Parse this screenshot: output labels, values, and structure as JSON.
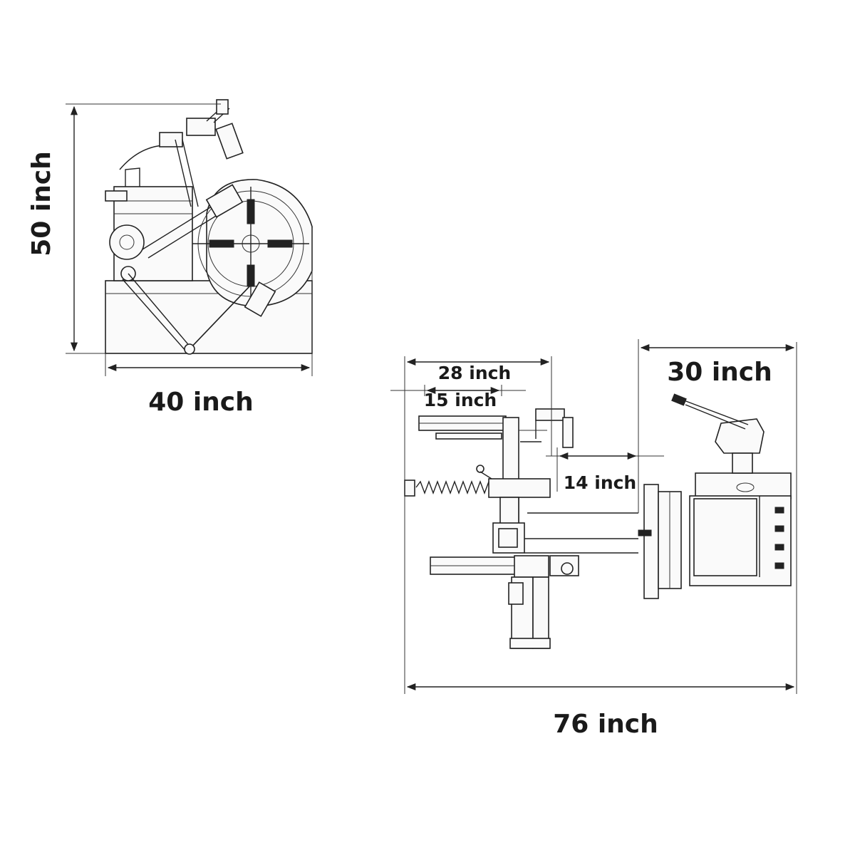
{
  "dimensions": {
    "side_view": {
      "height": "50 inch",
      "width": "40 inch"
    },
    "top_view": {
      "overall_length": "76 inch",
      "arm_reach": "28 inch",
      "arm_inner": "15 inch",
      "gap": "14 inch",
      "body_depth": "30 inch"
    }
  },
  "colors": {
    "line": "#222222",
    "text": "#1a1a1a",
    "background": "#ffffff"
  }
}
